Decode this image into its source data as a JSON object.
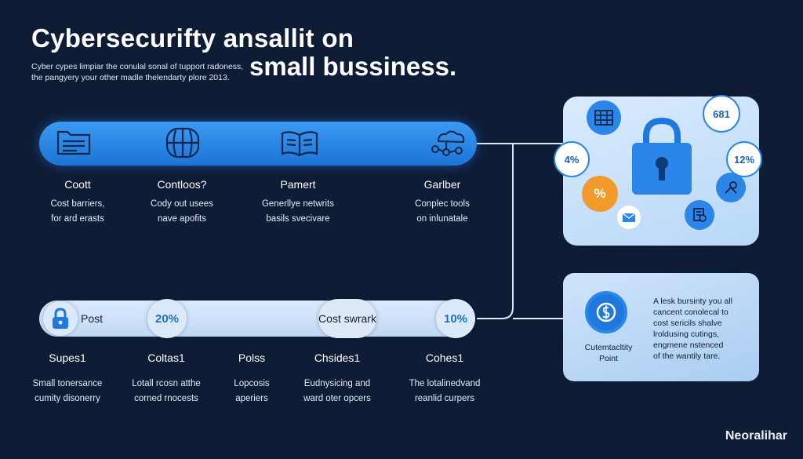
{
  "header": {
    "title_line1": "Cybersecurifty ansallit on",
    "title_line2": "small bussiness.",
    "subtitle_line1": "Cyber cypes limpiar the conulal sonal of tupport radoness,",
    "subtitle_line2": "the pangyery your other madle thelendarty plore 2013."
  },
  "row1": {
    "items": [
      {
        "label": "Coott",
        "desc1": "Cost barriers,",
        "desc2": "for ard erasts",
        "icon": "document-icon"
      },
      {
        "label": "Contloos?",
        "desc1": "Cody out usees",
        "desc2": "nave apofits",
        "icon": "globe-icon"
      },
      {
        "label": "Pamert",
        "desc1": "Generllye netwrits",
        "desc2": "basils svecivare",
        "icon": "book-icon"
      },
      {
        "label": "Garlber",
        "desc1": "Conplec tools",
        "desc2": "on inlunatale",
        "icon": "cloud-network-icon"
      }
    ]
  },
  "row2": {
    "bar_items": {
      "post": "Post",
      "pct_a": "20%",
      "cost": "Cost swrark",
      "pct_b": "10%"
    },
    "items": [
      {
        "label": "Supes1",
        "desc1": "Small tonersance",
        "desc2": "cumity disonerry"
      },
      {
        "label": "Coltas1",
        "desc1": "Lotall rcosn atthe",
        "desc2": "corned rnocests"
      },
      {
        "label": "Polss",
        "desc1": "Lopcosis",
        "desc2": "aperiers"
      },
      {
        "label": "Chsides1",
        "desc1": "Eudnysicing and",
        "desc2": "ward oter opcers"
      },
      {
        "label": "Cohes1",
        "desc1": "The lotalinedvand",
        "desc2": "reanlid curpers"
      }
    ]
  },
  "panel_top": {
    "stat_top": "681",
    "stat_left": "4%",
    "stat_right": "12%",
    "stat_pct": "%"
  },
  "panel_bottom": {
    "caption_line1": "Cutemtacltity",
    "caption_line2": "Point",
    "text_line1": "A lesk bursinty you all",
    "text_line2": "cancent conolecal to",
    "text_line3": "cost sericils shalve",
    "text_line4": "lroldusing cutings,",
    "text_line5": "engmene nstenced",
    "text_line6": "of the wantily tare."
  },
  "brand": "Neoralihar",
  "colors": {
    "background": "#0f1c36",
    "accent_blue": "#2a86e8",
    "panel_light": "#d9ebfd",
    "orange": "#f39a2c"
  }
}
